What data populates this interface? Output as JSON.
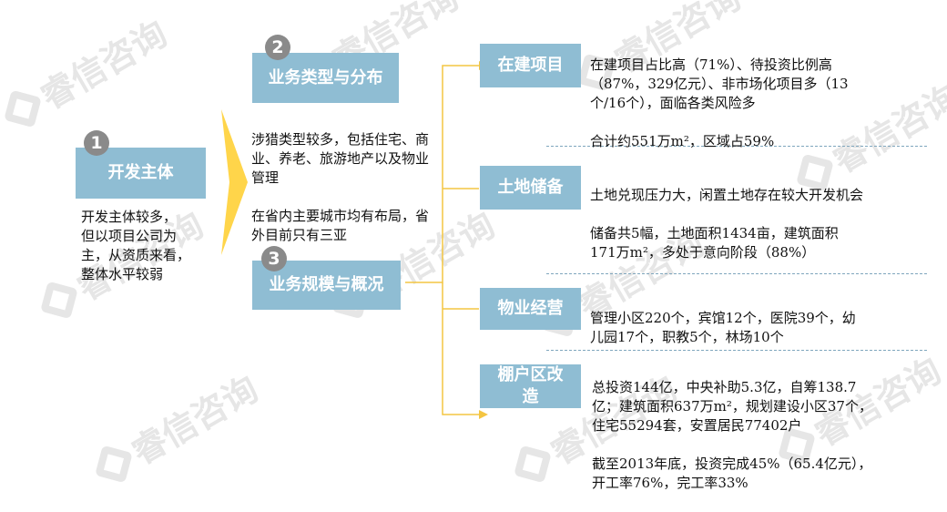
{
  "watermark": "睿信咨询",
  "node1": {
    "number": "1",
    "title": "开发主体",
    "desc": "开发主体较多，\n但以项目公司为\n主，从资质来看，\n整体水平较弱"
  },
  "node2": {
    "number": "2",
    "title": "业务类型与分布",
    "desc": [
      "涉猎类型较多，包括住宅、商业、养老、旅游地产以及物业管理",
      "在省内主要城市均有布局，省外目前只有三亚"
    ]
  },
  "node3": {
    "number": "3",
    "title": "业务规模与概况"
  },
  "categories": [
    {
      "title": "在建项目",
      "lines": [
        "在建项目占比高（71%）、待投资比例高（87%，329亿元）、非市场化项目多（13个/16个），面临各类风险多",
        "合计约551万m²，区域占59%"
      ]
    },
    {
      "title": "土地储备",
      "lines": [
        "土地兑现压力大，闲置土地存在较大开发机会",
        "储备共5幅，土地面积1434亩，建筑面积171万m²，多处于意向阶段（88%）"
      ]
    },
    {
      "title": "物业经营",
      "lines": [
        "管理小区220个，宾馆12个，医院39个，幼儿园17个，职教5个，林场10个"
      ]
    },
    {
      "title": "棚户区改造",
      "lines": [
        "总投资144亿，中央补助5.3亿，自筹138.7亿；建筑面积637万m²，规划建设小区37个，住宅55294套，安置居民77402户",
        "截至2013年底，投资完成45%（65.4亿元），开工率76%，完工率33%"
      ]
    }
  ],
  "colors": {
    "box": "#8fbdd3",
    "arrow": "#ffd54a",
    "connector": "#f4c542",
    "number_circle": "#8a8a8a",
    "dashed_divider": "#7fa6bd"
  }
}
